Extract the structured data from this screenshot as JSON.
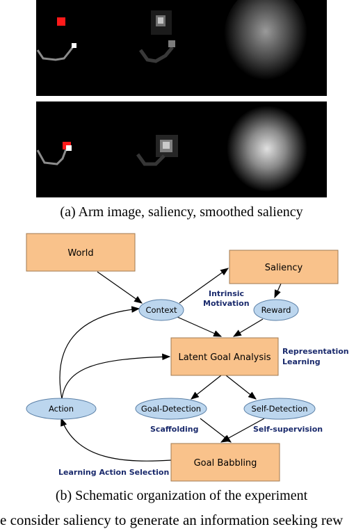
{
  "figure_a": {
    "caption": "(a) Arm image, saliency, smoothed saliency"
  },
  "figure_b": {
    "caption": "(b) Schematic organization of the experiment",
    "nodes": {
      "world": "World",
      "saliency": "Saliency",
      "context": "Context",
      "reward": "Reward",
      "latent_goal_analysis": "Latent Goal Analysis",
      "action": "Action",
      "goal_detection": "Goal-Detection",
      "self_detection": "Self-Detection",
      "goal_babbling": "Goal Babbling"
    },
    "annotations": {
      "intrinsic": "Intrinsic",
      "motivation": "Motivation",
      "representation": "Representation",
      "learning": "Learning",
      "scaffolding": "Scaffolding",
      "self_supervision": "Self-supervision",
      "learning_action_selection": "Learning Action Selection"
    },
    "colors": {
      "box_fill": "#f9c28b",
      "box_stroke": "#a07a50",
      "ellipse_fill": "#bcd6ee",
      "ellipse_stroke": "#5a7fa6",
      "annotation": "#1a2a6c"
    }
  },
  "body_text_fragment": "e consider saliency to generate an information seeking rew"
}
